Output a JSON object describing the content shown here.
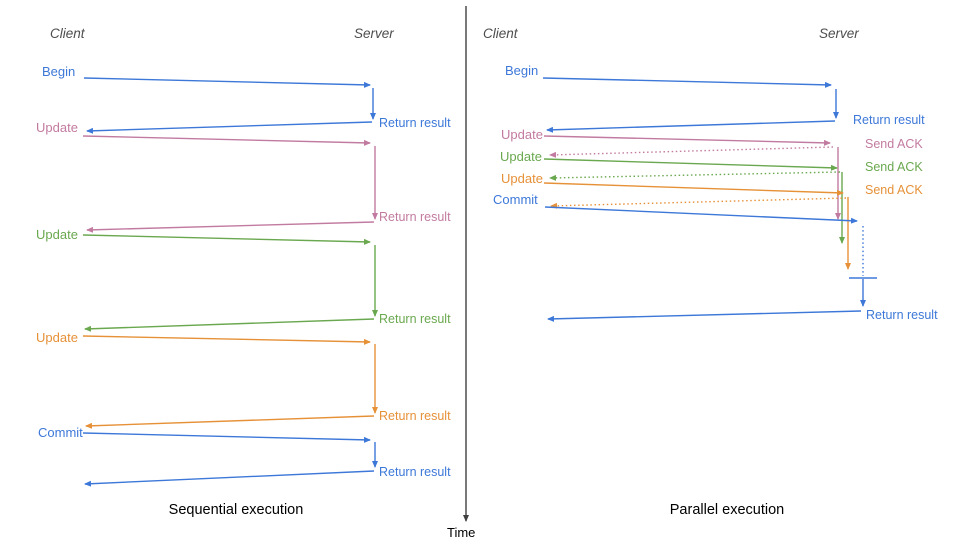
{
  "colors": {
    "blue": "#3d78d8",
    "pink": "#c27ba0",
    "green": "#6aa84f",
    "orange": "#e69138",
    "header_gray": "#4d4d4d",
    "axis": "#404040"
  },
  "headers": {
    "client": "Client",
    "server": "Server"
  },
  "left": {
    "caption": "Sequential execution",
    "steps": [
      {
        "label": "Begin",
        "response": "Return result",
        "color": "blue"
      },
      {
        "label": "Update",
        "response": "Return result",
        "color": "pink"
      },
      {
        "label": "Update",
        "response": "Return result",
        "color": "green"
      },
      {
        "label": "Update",
        "response": "Return result",
        "color": "orange"
      },
      {
        "label": "Commit",
        "response": "Return result",
        "color": "blue"
      }
    ]
  },
  "right": {
    "caption": "Parallel execution",
    "steps": [
      {
        "label": "Begin",
        "response": "Return result",
        "color": "blue"
      },
      {
        "label": "Update",
        "response": "Send ACK",
        "color": "pink"
      },
      {
        "label": "Update",
        "response": "Send ACK",
        "color": "green"
      },
      {
        "label": "Update",
        "response": "Send ACK",
        "color": "orange"
      },
      {
        "label": "Commit",
        "response": "Return result",
        "color": "blue"
      }
    ]
  },
  "time_label": "Time"
}
